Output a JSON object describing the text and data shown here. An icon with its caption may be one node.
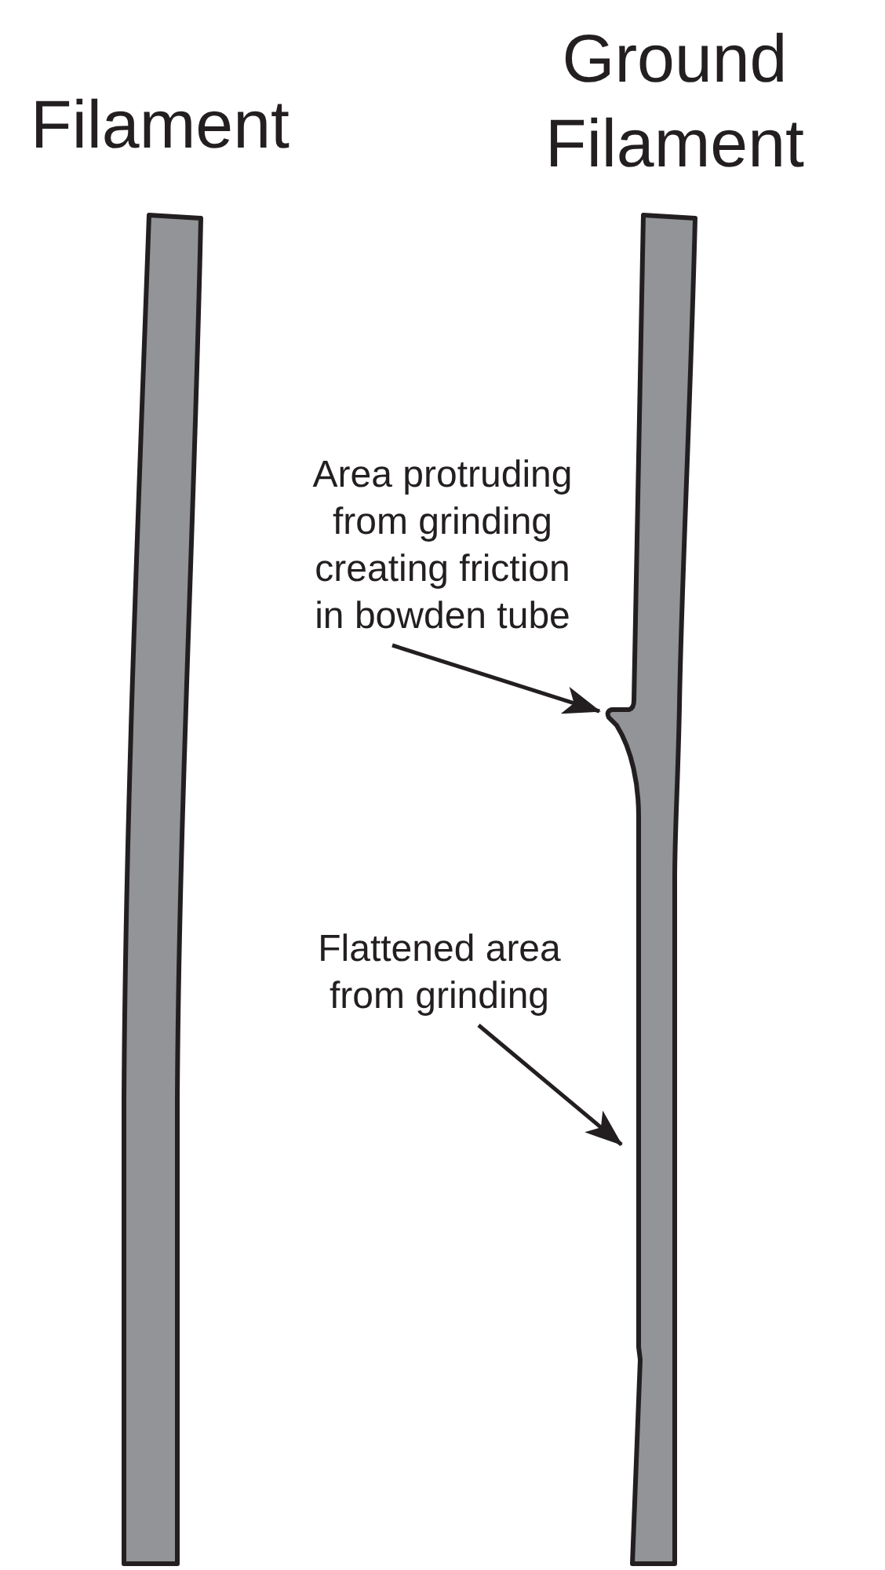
{
  "diagram": {
    "nodes": [
      {
        "text": [],
        "shape": "bar",
        "beside": [
          "Filament"
        ]
      },
      {
        "text": [],
        "shape": "bar",
        "beside": [
          "Ground Filament"
        ]
      },
      {
        "text": [
          "Area protruding from grinding creating friction in bowden tube"
        ]
      },
      {
        "text": [
          "Flattened area from grinding"
        ]
      }
    ],
    "edges": [
      {
        "from": 2,
        "to": 1,
        "arrow": "to"
      },
      {
        "from": 3,
        "to": 1,
        "arrow": "to"
      }
    ]
  }
}
